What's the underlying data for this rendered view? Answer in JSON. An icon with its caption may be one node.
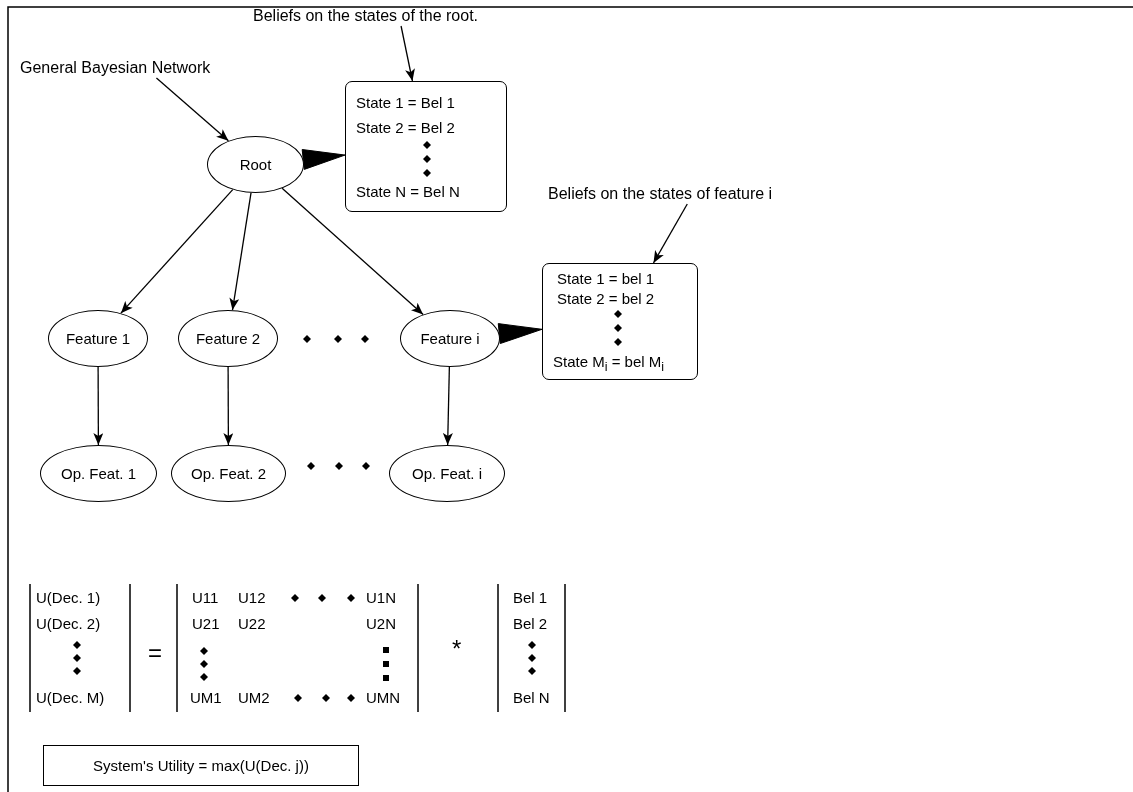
{
  "diagram": {
    "nodes": [
      {
        "text": [
          "General Bayesian Network"
        ]
      },
      {
        "text": [
          "Beliefs on the states of the root."
        ]
      },
      {
        "text": [
          "Root"
        ]
      },
      {
        "text": [
          "State 1 = Bel 1",
          "State 2 = Bel 2",
          "State N = Bel N"
        ]
      },
      {
        "text": [
          "Beliefs on the states of feature i"
        ]
      },
      {
        "text": [
          "Feature 1"
        ]
      },
      {
        "text": [
          "Feature 2"
        ]
      },
      {
        "text": [
          "Feature i"
        ]
      },
      {
        "text": [
          "State 1 = bel 1",
          "State 2 = bel 2",
          "State M$_{i}$ = bel M$_{i}$"
        ]
      },
      {
        "text": [
          "Op. Feat. 1"
        ]
      },
      {
        "text": [
          "Op. Feat. 2"
        ]
      },
      {
        "text": [
          "Op. Feat. i"
        ]
      },
      {
        "text": [
          "System's Utility = max(U(Dec. j))"
        ]
      }
    ],
    "edges": [
      {
        "from": 0,
        "to": 2,
        "arrow": "to"
      },
      {
        "from": 1,
        "to": 3,
        "arrow": "to"
      },
      {
        "from": 2,
        "to": 3,
        "arrow": "none",
        "style": "thick"
      },
      {
        "from": 2,
        "to": 5,
        "arrow": "to"
      },
      {
        "from": 2,
        "to": 6,
        "arrow": "to"
      },
      {
        "from": 2,
        "to": 7,
        "arrow": "to"
      },
      {
        "from": 4,
        "to": 8,
        "arrow": "to"
      },
      {
        "from": 7,
        "to": 8,
        "arrow": "none",
        "style": "thick"
      },
      {
        "from": 5,
        "to": 9,
        "arrow": "to"
      },
      {
        "from": 6,
        "to": 10,
        "arrow": "to"
      },
      {
        "from": 7,
        "to": 11,
        "arrow": "to"
      }
    ],
    "labels": [
      "U(Dec. 1)",
      "U11",
      "U12",
      "U1N",
      "Bel 1",
      "U(Dec. 2)",
      "U21",
      "U22",
      "U2N",
      "Bel 2",
      "=",
      "*",
      "U(Dec. M)",
      "UM1",
      "UM2",
      "UMN",
      "Bel N"
    ]
  }
}
